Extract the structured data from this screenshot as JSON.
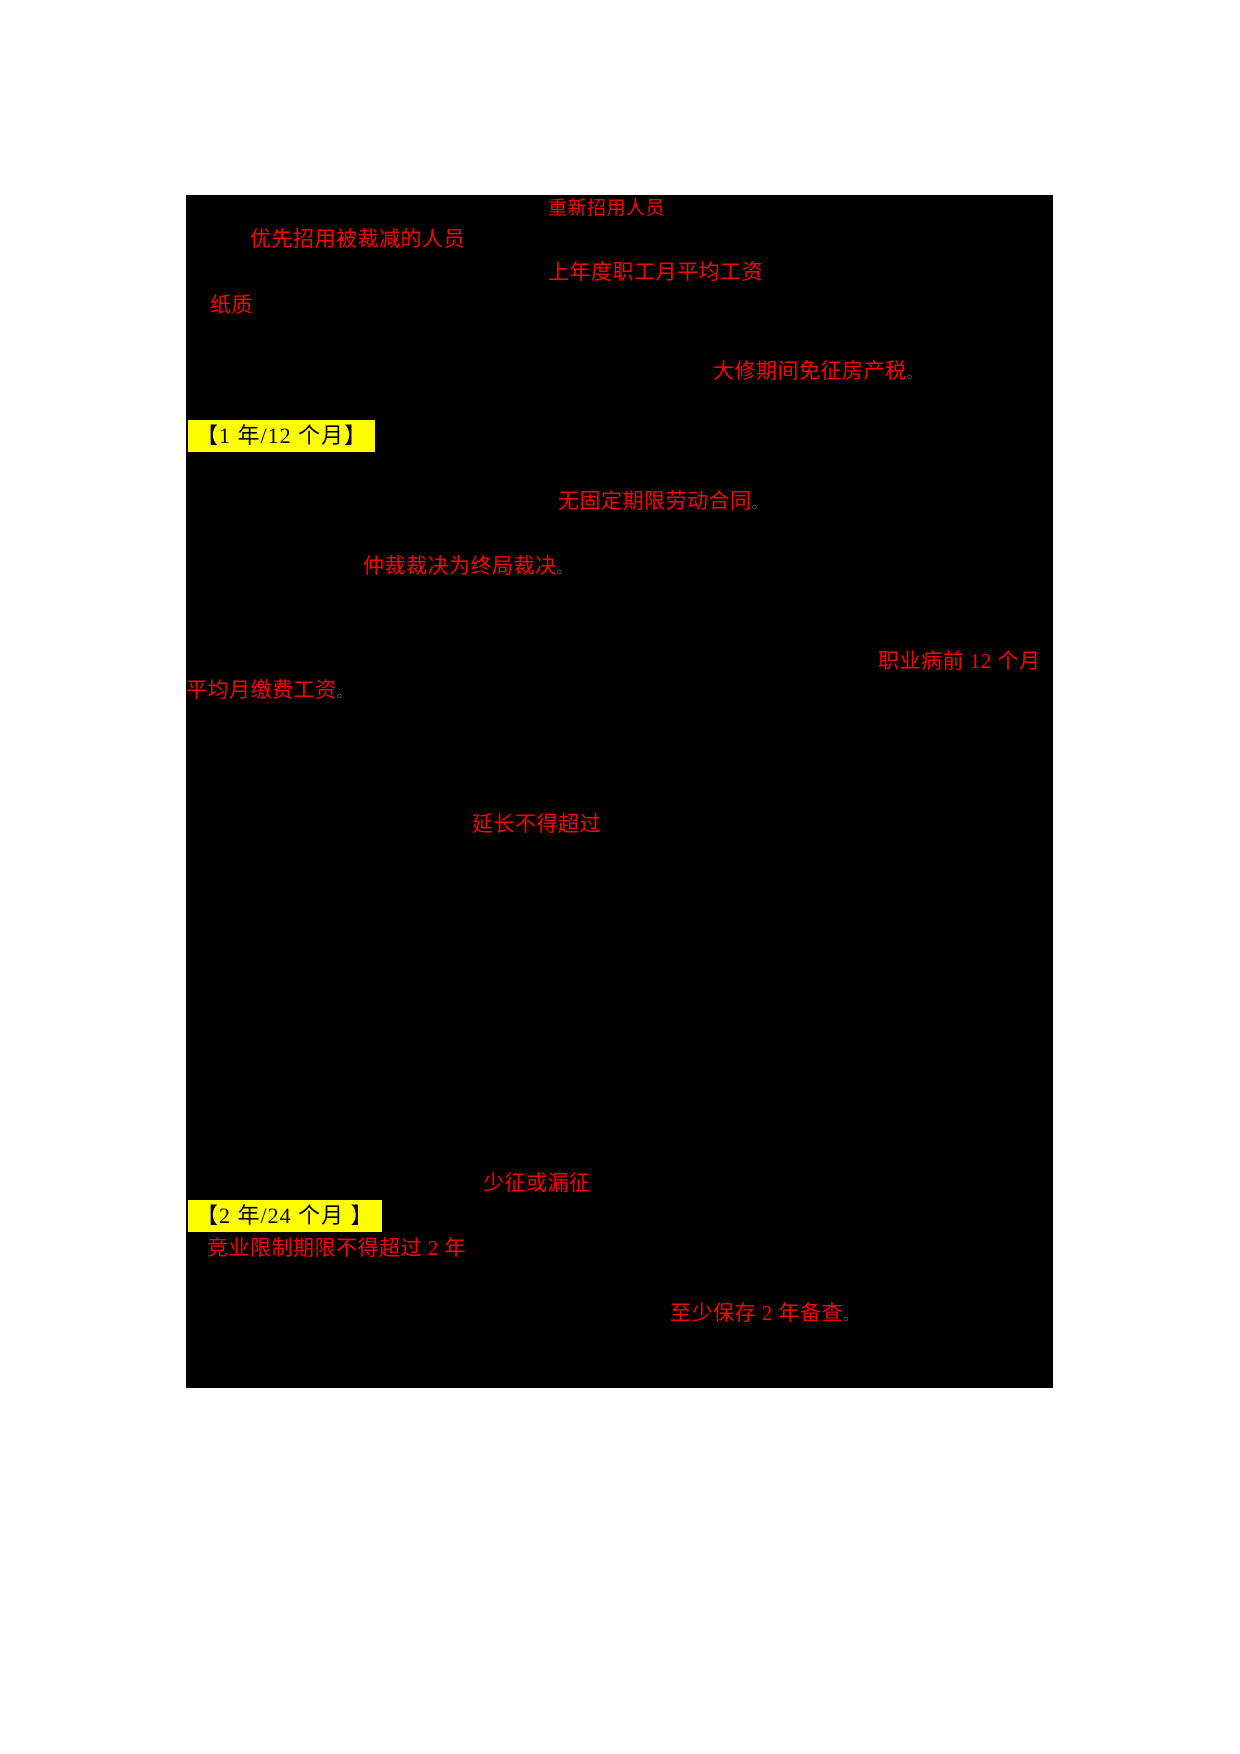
{
  "colors": {
    "page_background": "#ffffff",
    "canvas_background": "#000000",
    "annotation_red": "#ff0000",
    "highlight_yellow": "#ffff00",
    "highlight_text": "#000000",
    "period_glyph_gray": "#555555"
  },
  "annotations": {
    "rehire": {
      "text": "重新招用人员"
    },
    "priority_rehire": {
      "text": "优先招用被裁减的人员"
    },
    "avg_monthly_wage": {
      "text": "上年度职工月平均工资"
    },
    "paper": {
      "text": "纸质"
    },
    "property_tax": {
      "text": "大修期间免征房产税",
      "period": "。"
    },
    "no_fixed_term_contract": {
      "text": "无固定期限劳动合同",
      "period": "。"
    },
    "arbitration_final": {
      "text": "仲裁裁决为终局裁决",
      "period": "。"
    },
    "occupational_disease": {
      "text": "职业病前 12 个月"
    },
    "avg_contribution_wage": {
      "text": "平均月缴费工资",
      "period": "。"
    },
    "extension_limit": {
      "text": "延长不得超过"
    },
    "under_collection": {
      "text": "少征或漏征"
    },
    "non_compete_limit": {
      "text": "竞业限制期限不得超过 2 年"
    },
    "retain_for_inspection": {
      "text": "至少保存 2 年备查",
      "period": "。"
    }
  },
  "highlights": {
    "one_year_12_months": {
      "text": "【1 年/12 个月】"
    },
    "two_years_24_months": {
      "text": "【2 年/24 个月 】"
    }
  }
}
